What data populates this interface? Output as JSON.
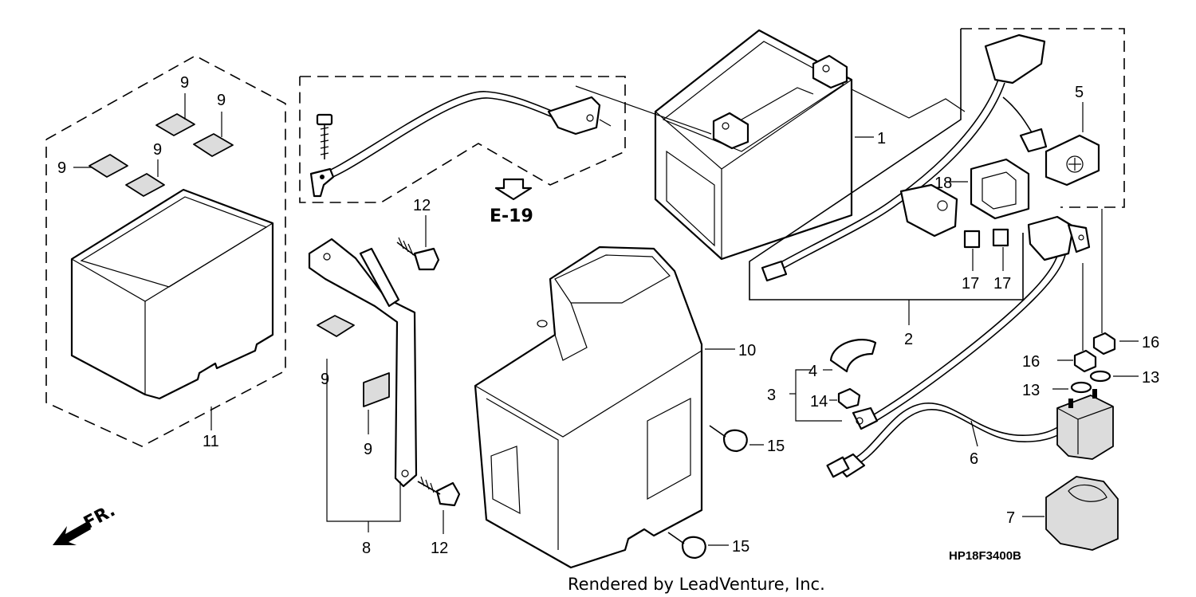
{
  "diagram": {
    "code": "HP18F3400B",
    "credit": "Rendered by LeadVenture, Inc.",
    "reference": "E-19",
    "front_marker": "FR.",
    "callouts": {
      "battery": "1",
      "harness": "2",
      "cable_assy": "3",
      "terminal_cap": "4",
      "cover_cap": "5",
      "starter_cable": "6",
      "relay_cover": "7",
      "stay": "8",
      "pad": "9",
      "battery_cover": "10",
      "battery_box": "11",
      "bolt": "12",
      "washer": "13",
      "nut_small": "14",
      "clip": "15",
      "nut": "16",
      "fuse": "17",
      "relay": "18"
    },
    "colors": {
      "ink": "#000000",
      "paper": "#ffffff",
      "stipple": "#dcdcdc"
    }
  }
}
